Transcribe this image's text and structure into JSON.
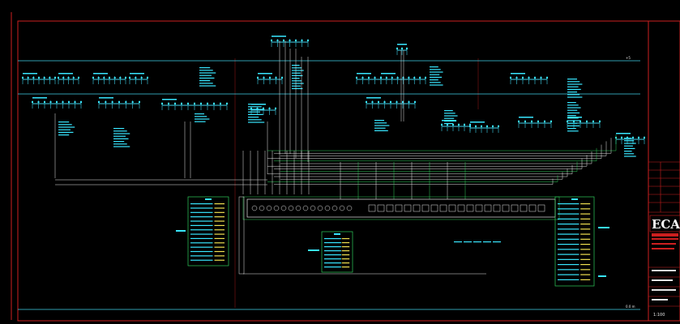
{
  "colors": {
    "background": "#000000",
    "frame": "#cc1f1f",
    "wire": "#e6e6e6",
    "busbar": "#3fd0e8",
    "label": "#38e6ff",
    "text_white": "#ffffff",
    "accent_green": "#2ecc5a",
    "accent_yellow": "#f0e050"
  },
  "title_block": {
    "logo_text": "ECADI",
    "scale_label": "1:100"
  },
  "labels": {
    "margin_marks": "+5",
    "bottom_mark": "0.0 m"
  },
  "icons": {
    "panel_legend": "cad-legend-table-icon",
    "feeder": "cad-feeder-tick-icon"
  }
}
